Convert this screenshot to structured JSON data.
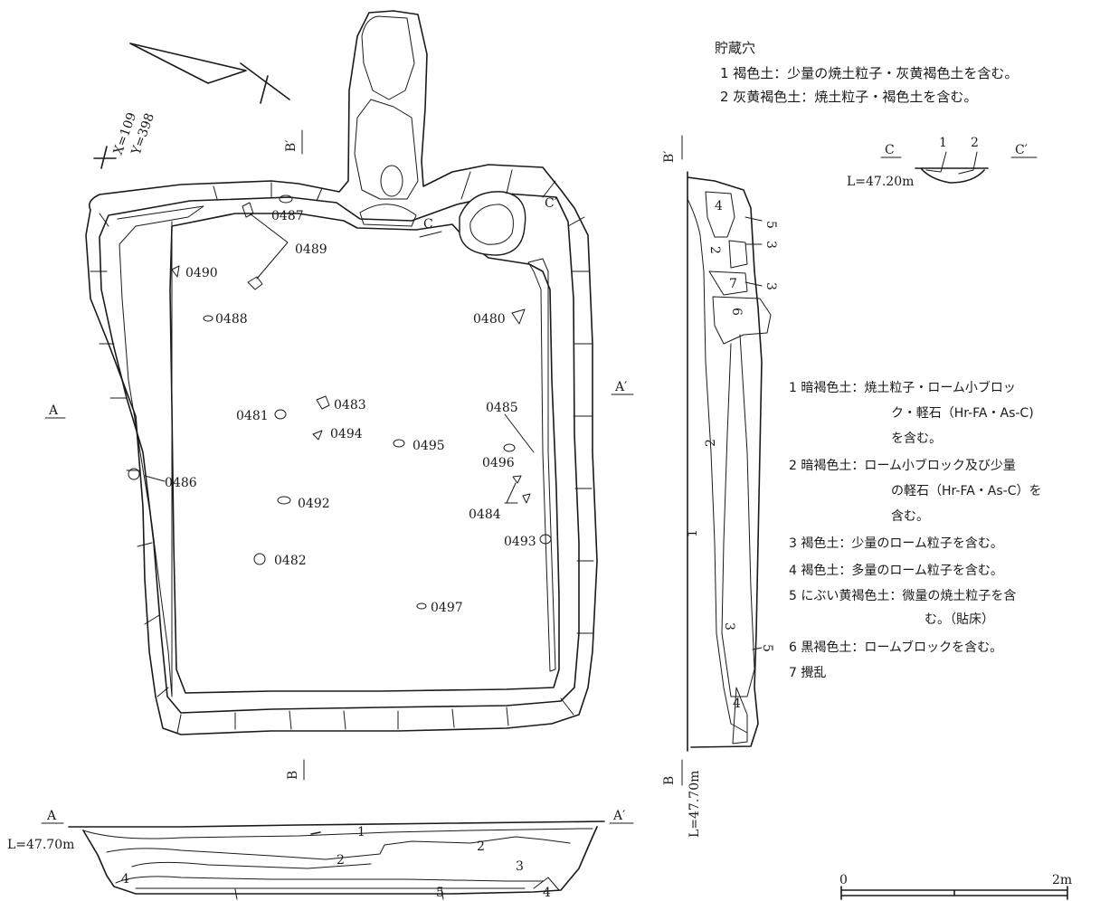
{
  "coord": {
    "x": "X=109",
    "y": "Y=398"
  },
  "section_marks": {
    "a": "A",
    "a_prime": "A′",
    "b": "B",
    "b_prime": "B′",
    "c": "C",
    "c_prime": "C′"
  },
  "features": [
    {
      "id": "0487"
    },
    {
      "id": "0489"
    },
    {
      "id": "0490"
    },
    {
      "id": "0488"
    },
    {
      "id": "0480"
    },
    {
      "id": "0483"
    },
    {
      "id": "0481"
    },
    {
      "id": "0494"
    },
    {
      "id": "0495"
    },
    {
      "id": "0485"
    },
    {
      "id": "0496"
    },
    {
      "id": "0486"
    },
    {
      "id": "0492"
    },
    {
      "id": "0484"
    },
    {
      "id": "0493"
    },
    {
      "id": "0482"
    },
    {
      "id": "0497"
    }
  ],
  "levels": {
    "main": "L=47.70m",
    "storage": "L=47.20m",
    "vertical": "L=47.70m"
  },
  "layer_numbers": {
    "a_section": [
      "1",
      "2",
      "2",
      "3",
      "4",
      "5",
      "4"
    ],
    "b_section": [
      "4",
      "5",
      "2",
      "3",
      "7",
      "3",
      "6",
      "1",
      "2",
      "3",
      "5",
      "4"
    ],
    "c_section": [
      "1",
      "2"
    ]
  },
  "storage_legend": {
    "title": "貯蔵穴",
    "lines": [
      "1 褐色土：少量の焼土粒子・灰黄褐色土を含む。",
      "2 灰黄褐色土：焼土粒子・褐色土を含む。"
    ]
  },
  "main_legend": {
    "lines": [
      "1 暗褐色土：焼土粒子・ローム小ブロッ",
      "ク・軽石（Hr-FA・As-C)",
      "を含む。",
      "2 暗褐色土：ローム小ブロック及び少量",
      "の軽石（Hr-FA・As-C）を",
      "含む。",
      "3 褐色土：少量のローム粒子を含む。",
      "4 褐色土：多量のローム粒子を含む。",
      "5 にぶい黄褐色土：微量の焼土粒子を含",
      "む。（貼床）",
      "6 黒褐色土：ロームブロックを含む。",
      "7 攪乱"
    ]
  },
  "scale": {
    "start": "0",
    "end": "2m"
  }
}
